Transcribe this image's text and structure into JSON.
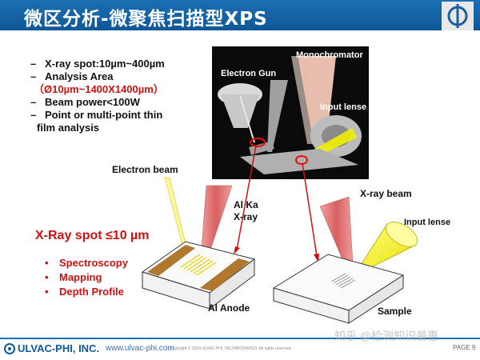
{
  "slide": {
    "title": "微区分析-微聚焦扫描型XPS",
    "specs": [
      {
        "dash": "–",
        "text": "X-ray spot:10µm~400µm"
      },
      {
        "dash": "–",
        "text": "Analysis Area"
      },
      {
        "dash": "",
        "text": "（Ø10µm~1400X1400µm）"
      },
      {
        "dash": "–",
        "text": "Beam power<100W"
      },
      {
        "dash": "–",
        "text": "Point or multi-point thin"
      },
      {
        "dash": "",
        "text": "film analysis"
      }
    ],
    "photo_labels": {
      "monochromator": "Monochromator",
      "electron_gun": "Electron Gun",
      "input_lense": "Input lense"
    },
    "diagram_labels": {
      "electron_beam": "Electron beam",
      "al_ka": "Al Ka",
      "x_ray": "X-ray",
      "xray_beam": "X-ray beam",
      "input_lense": "Input lense",
      "al_anode": "Al Anode",
      "sample": "Sample"
    },
    "xray_spot": "X-Ray spot ≤10 µm",
    "applications": [
      "Spectroscopy",
      "Mapping",
      "Depth Profile"
    ]
  },
  "footer": {
    "company": "ULVAC-PHI, INC.",
    "website": "www.ulvac-phi.com",
    "copyright": "Copyright © 2014 ULVAC-PHI, INCORPORATED. All rights reserved",
    "page": "PAGE  9"
  },
  "watermark": "知乎 @检测知识普惠",
  "colors": {
    "title_bar": "#1b6fb3",
    "accent_red": "#cc1111",
    "beam_pink": "#e88080",
    "lens_yellow": "#f5f000"
  }
}
